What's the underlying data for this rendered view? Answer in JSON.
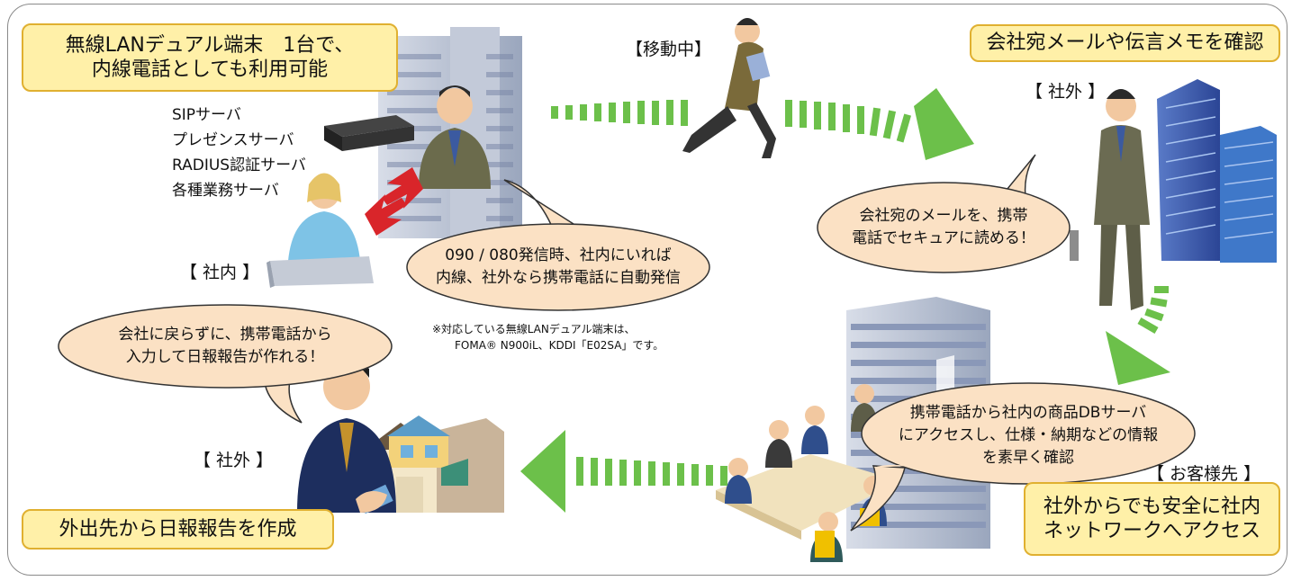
{
  "boxes": {
    "dual_terminal": [
      "無線LANデュアル端末　1台で、",
      "内線電話としても利用可能"
    ],
    "confirm_mail": "会社宛メールや伝言メモを確認",
    "daily_report": "外出先から日報報告を作成",
    "secure_access": [
      "社外からでも安全に社内",
      "ネットワークへアクセス"
    ]
  },
  "labels": {
    "moving": "【移動中】",
    "outside_top": "【 社外 】",
    "inside": "【 社内 】",
    "outside_left": "【 社外 】",
    "customer": "【 お客様先 】"
  },
  "servers": [
    "SIPサーバ",
    "プレゼンスサーバ",
    "RADIUS認証サーバ",
    "各種業務サーバ"
  ],
  "bubbles": {
    "auto_call": [
      "090 / 080発信時、社内にいれば",
      "内線、社外なら携帯電話に自動発信"
    ],
    "mail_read": [
      "会社宛のメールを、携帯",
      "電話でセキュアに読める！"
    ],
    "report": [
      "会社に戻らずに、携帯電話から",
      "入力して日報報告が作れる！"
    ],
    "db_access": [
      "携帯電話から社内の商品DBサーバ",
      "にアクセスし、仕様・納期などの情報",
      "を素早く確認"
    ]
  },
  "note": [
    "※対応している無線LANデュアル端末は、",
    "FOMA® N900iL、KDDI「E02SA」です。"
  ],
  "colors": {
    "box_fill": "#fff0a8",
    "box_border": "#e0b030",
    "bubble_fill": "#fbe1c4",
    "arrow_green": "#6cc04a",
    "arrow_red": "#d9252a"
  }
}
